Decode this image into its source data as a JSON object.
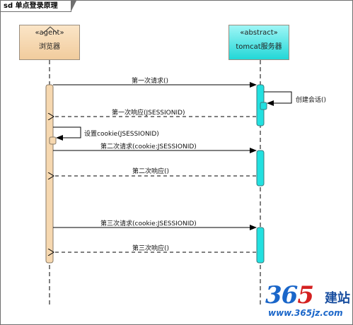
{
  "frame": {
    "title": "sd 单点登录原理"
  },
  "lifelines": {
    "browser": {
      "stereotype": "«agent»",
      "name": "浏览器",
      "fill": "#f6d8b0"
    },
    "server": {
      "stereotype": "«abstract»",
      "name": "tomcat服务器",
      "fill": "#22e0e0"
    }
  },
  "messages": [
    {
      "label": "第一次请求()",
      "type": "sync"
    },
    {
      "label": "创建会话()",
      "type": "self"
    },
    {
      "label": "第一次响应(JSESSIONID)",
      "type": "return"
    },
    {
      "label": "设置cookie(JSESSIONID)",
      "type": "self"
    },
    {
      "label": "第二次请求(cookie:JSESSIONID)",
      "type": "sync"
    },
    {
      "label": "第二次响应()",
      "type": "return"
    },
    {
      "label": "第三次请求(cookie:JSESSIONID)",
      "type": "sync"
    },
    {
      "label": "第三次响应()",
      "type": "return"
    }
  ],
  "watermark": {
    "number_a": "36",
    "number_b": "5",
    "chinese": "建站",
    "url": "www.365jz.com"
  }
}
